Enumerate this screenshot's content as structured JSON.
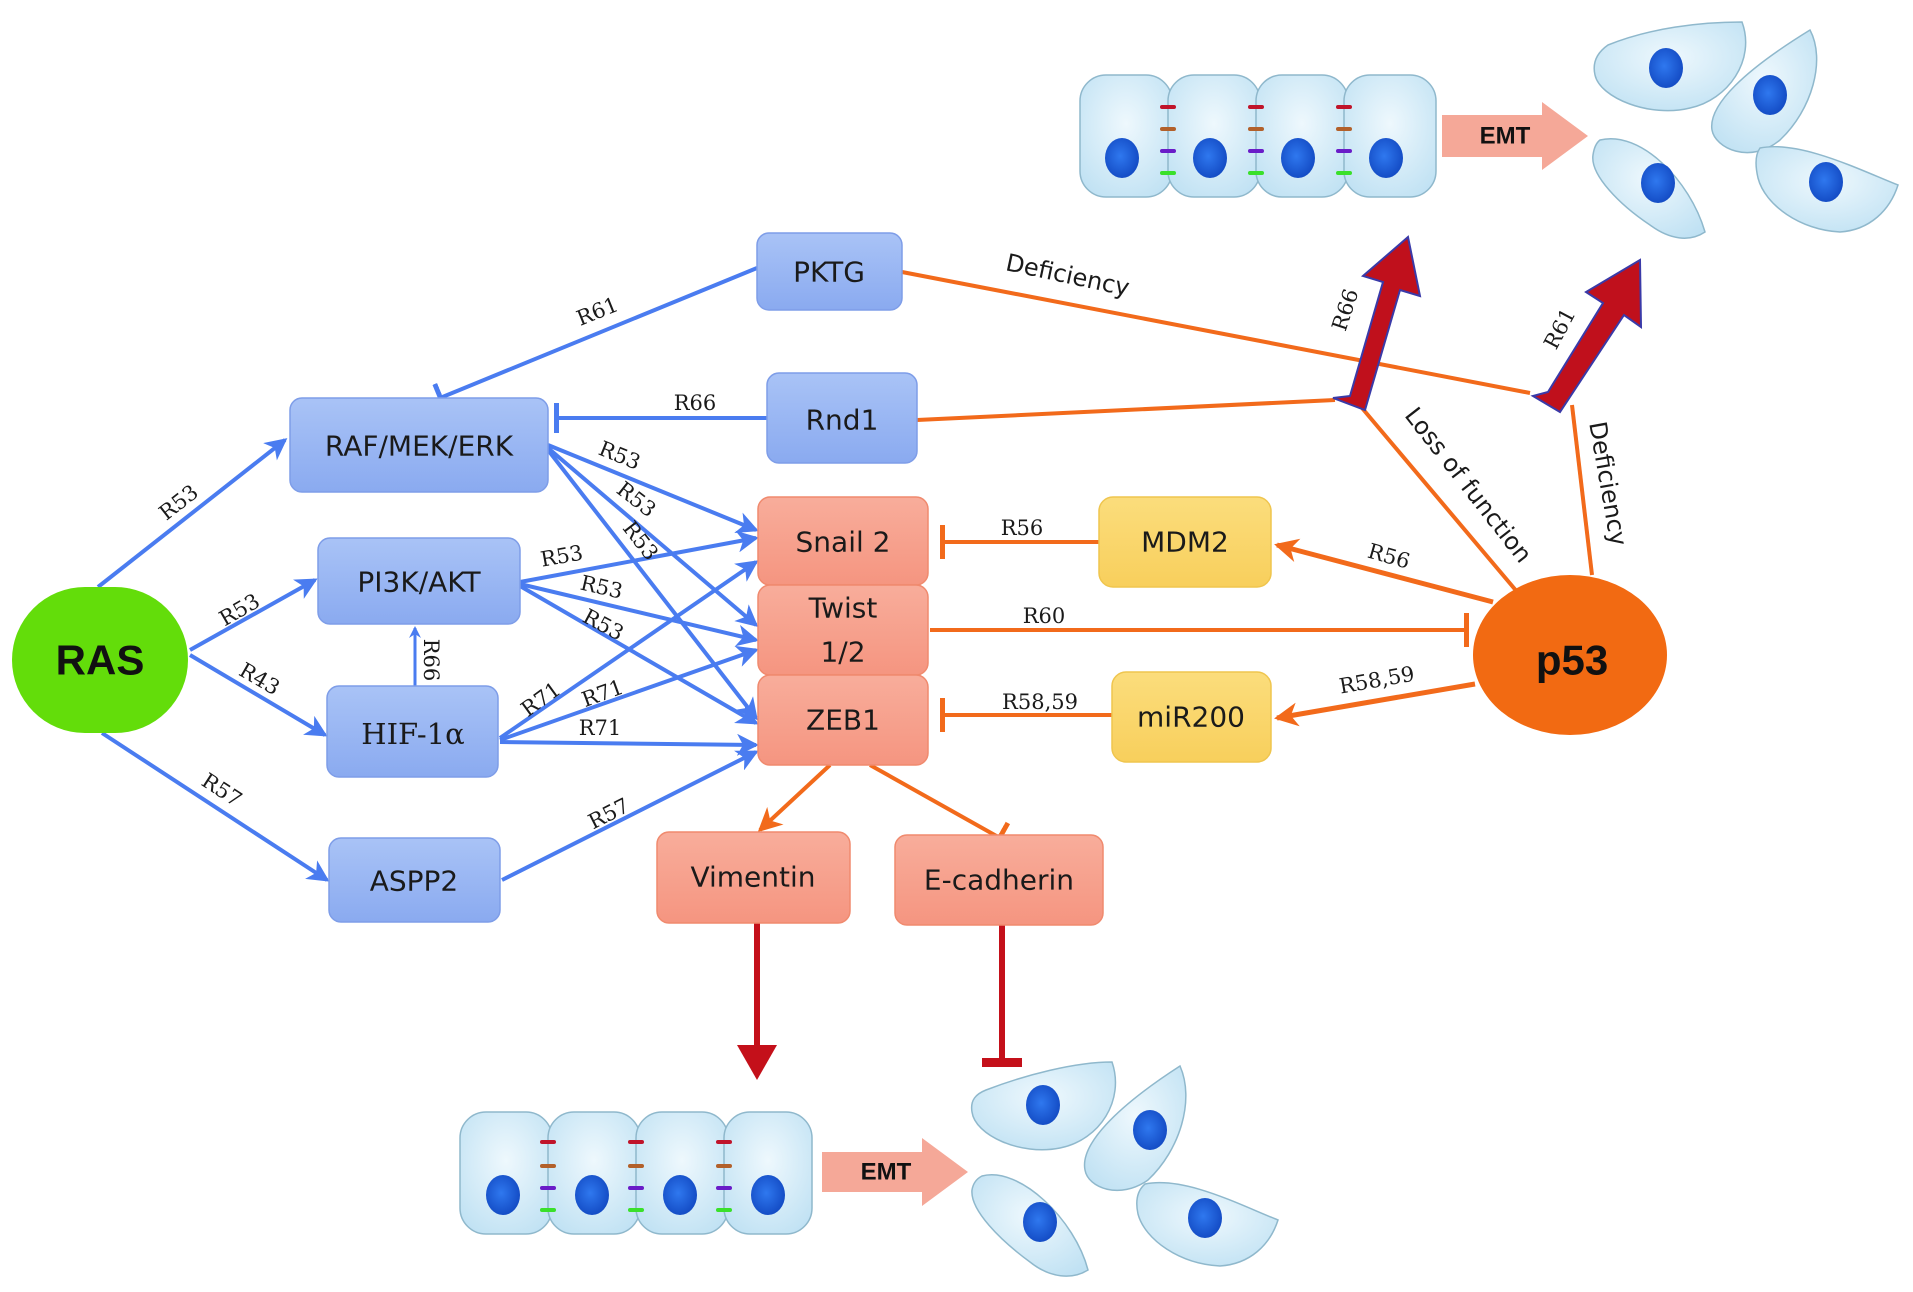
{
  "colors": {
    "blue_edge": "#4a7cf0",
    "blue_box": "#9bb8f3",
    "orange_edge": "#f26a1b",
    "salmon_box": "#f6a08c",
    "yellow_box": "#f9d66a",
    "ras": "#63dd0a",
    "p53": "#f26a12",
    "dark_red": "#c4101a",
    "cell_fill": "#cbe6f5",
    "nucleus": "#1e5fd8",
    "emt_arrow": "#f5a898"
  },
  "nodes": {
    "ras": "RAS",
    "p53": "p53",
    "raf": "RAF/MEK/ERK",
    "pi3k": "PI3K/AKT",
    "hif": "HIF-1α",
    "aspp2": "ASPP2",
    "pktg": "PKTG",
    "rnd1": "Rnd1",
    "snail": "Snail 2",
    "twist_line1": "Twist",
    "twist_line2": "1/2",
    "zeb1": "ZEB1",
    "mdm2": "MDM2",
    "mir200": "miR200",
    "vimentin": "Vimentin",
    "ecadherin": "E-cadherin"
  },
  "edge_labels": {
    "ras_raf": "R53",
    "ras_pi3k": "R53",
    "ras_hif": "R43",
    "ras_aspp2": "R57",
    "hif_pi3k": "R66",
    "pktg_raf": "R61",
    "rnd1_raf": "R66",
    "raf_snail": "R53",
    "raf_twist": "R53",
    "raf_zeb": "R53",
    "pi3k_snail": "R53",
    "pi3k_twist": "R53",
    "pi3k_zeb": "R53",
    "hif_snail": "R71",
    "hif_twist": "R71",
    "hif_zeb": "R71",
    "aspp2_zeb": "R57",
    "mdm2_snail": "R56",
    "p53_mdm2": "R56",
    "p53_twist": "R60",
    "mir200_zeb": "R58,59",
    "p53_mir200": "R58,59",
    "pktg_deficiency": "Deficiency",
    "big_arrow_left": "R66",
    "big_arrow_right": "R61",
    "loss_of_function": "Loss of function",
    "p53_deficiency": "Deficiency"
  },
  "emt": {
    "top_label": "EMT",
    "bottom_label": "EMT"
  }
}
